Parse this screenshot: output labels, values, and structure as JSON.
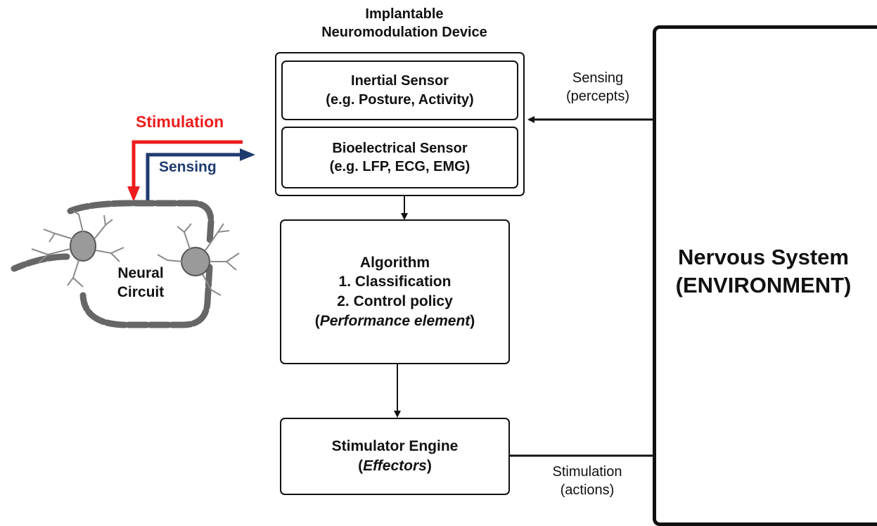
{
  "device": {
    "title_line1": "Implantable",
    "title_line2": "Neuromodulation Device",
    "inertial_sensor": {
      "line1": "Inertial Sensor",
      "line2": "(e.g. Posture, Activity)"
    },
    "bioelectrical_sensor": {
      "line1": "Bioelectrical Sensor",
      "line2": "(e.g. LFP, ECG, EMG)"
    },
    "algorithm": {
      "line1": "Algorithm",
      "line2": "1. Classification",
      "line3": "2. Control policy",
      "line4_open": "(",
      "line4_italic": "Performance element",
      "line4_close": ")"
    },
    "stimulator": {
      "line1": "Stimulator Engine",
      "line2_open": "(",
      "line2_italic": "Effectors",
      "line2_close": ")"
    }
  },
  "environment": {
    "line1": "Nervous System",
    "line2": "(ENVIRONMENT)"
  },
  "sensing_percepts": {
    "line1": "Sensing",
    "line2": "(percepts)"
  },
  "stimulation_actions": {
    "line1": "Stimulation",
    "line2": "(actions)"
  },
  "neural_circuit": {
    "label_line1": "Neural",
    "label_line2": "Circuit",
    "stimulation_label": "Stimulation",
    "sensing_label": "Sensing"
  },
  "colors": {
    "stimulation": "#ee1c1c",
    "sensing": "#1f3b6e",
    "stroke": "#111111"
  }
}
